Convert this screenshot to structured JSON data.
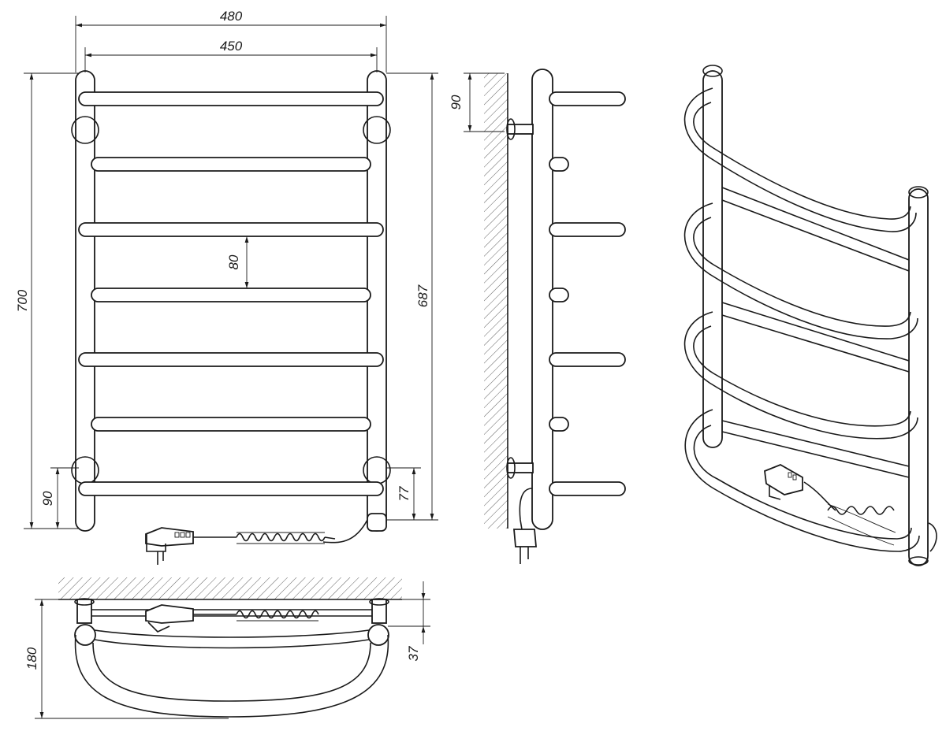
{
  "dimensions": {
    "overall_width": "480",
    "center_width": "450",
    "overall_height": "700",
    "center_height": "687",
    "rung_spacing": "80",
    "left_bottom_offset": "90",
    "right_bottom_offset": "77",
    "side_top_offset": "90",
    "depth": "180",
    "wall_offset": "37"
  }
}
